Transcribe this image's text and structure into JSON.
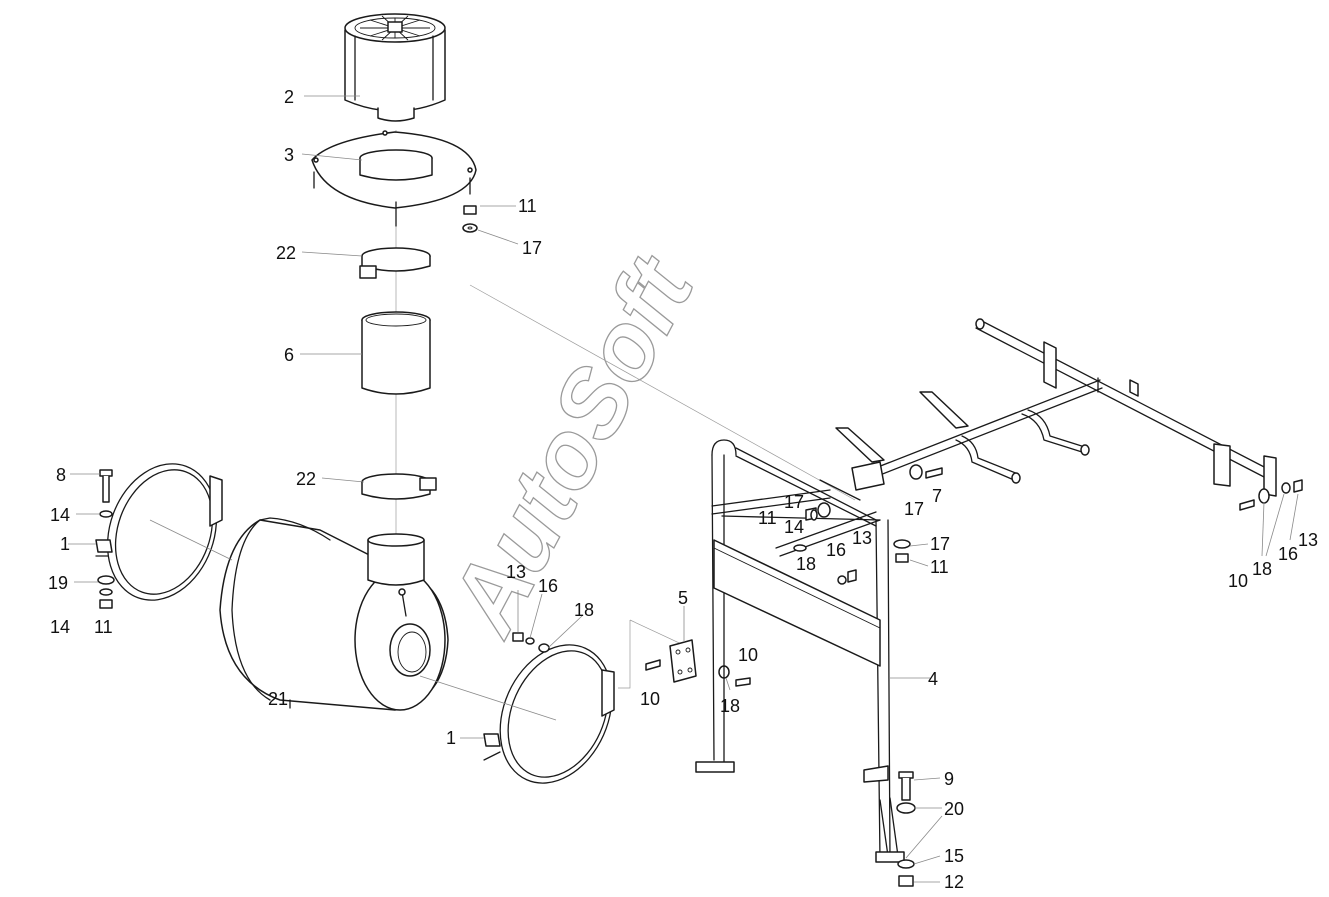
{
  "watermark": "AutoSoft",
  "labels": {
    "l2": "2",
    "l3": "3",
    "l11a": "11",
    "l17a": "17",
    "l22a": "22",
    "l6": "6",
    "l22b": "22",
    "l8": "8",
    "l14a": "14",
    "l1a": "1",
    "l19": "19",
    "l14b": "14",
    "l11b": "11",
    "l21": "21",
    "l13a": "13",
    "l16a": "16",
    "l18a": "18",
    "l1b": "1",
    "l5": "5",
    "l10a": "10",
    "l10b": "10",
    "l18b": "18",
    "l17b": "17",
    "l11c": "11",
    "l14c": "14",
    "l18c": "18",
    "l16b": "16",
    "l13b": "13",
    "l17c": "17",
    "l7": "7",
    "l17d": "17",
    "l11d": "11",
    "l4": "4",
    "l9": "9",
    "l20": "20",
    "l15": "15",
    "l12": "12",
    "l10c": "10",
    "l18d": "18",
    "l16c": "16",
    "l13c": "13"
  }
}
